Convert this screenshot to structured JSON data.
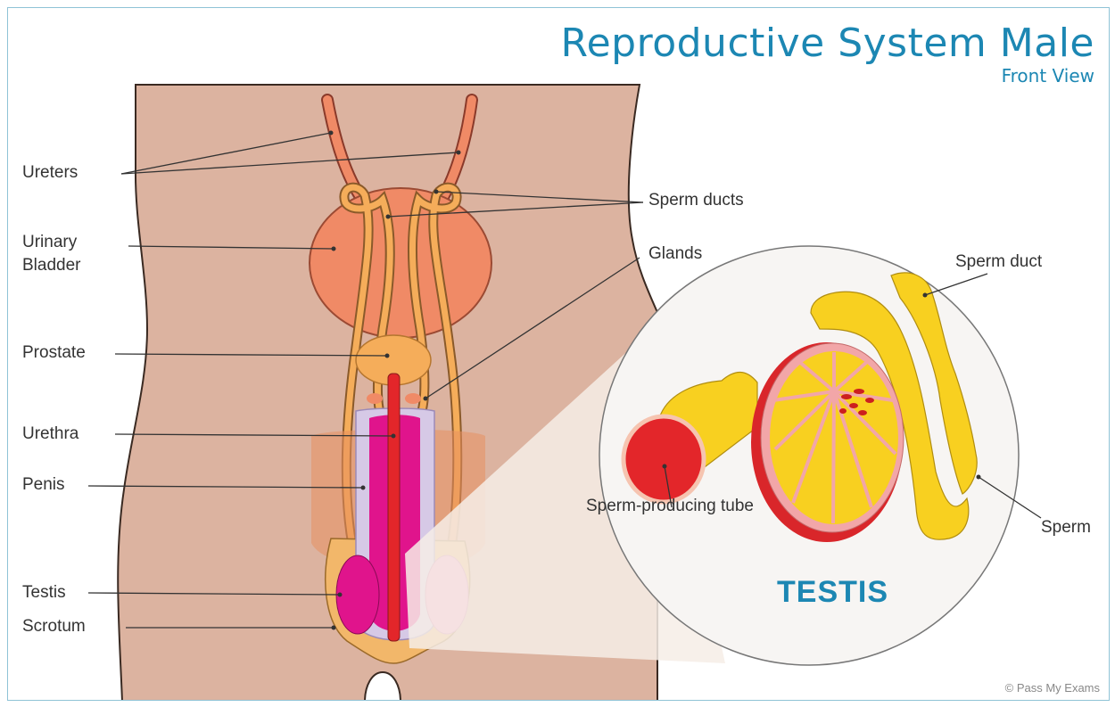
{
  "header": {
    "title": "Reproductive System Male",
    "subtitle": "Front View"
  },
  "labels": {
    "ureters": "Ureters",
    "urinary_bladder": "Urinary Bladder",
    "prostate": "Prostate",
    "urethra": "Urethra",
    "penis": "Penis",
    "testis": "Testis",
    "scrotum": "Scrotum",
    "sperm_ducts": "Sperm ducts",
    "glands": "Glands"
  },
  "zoom": {
    "sperm_duct": "Sperm duct",
    "sperm_producing_tube": "Sperm-producing tube",
    "sperm": "Sperm",
    "testis_heading": "TESTIS"
  },
  "credit": "© Pass My Exams",
  "colors": {
    "title": "#1c87b3",
    "skin": "#dcb3a0",
    "bladder": "#f08a66",
    "duct": "#f5ad5a",
    "urethra": "#e3262a",
    "testis_magenta": "#e0148c",
    "testis_yellow": "#f8d020"
  }
}
